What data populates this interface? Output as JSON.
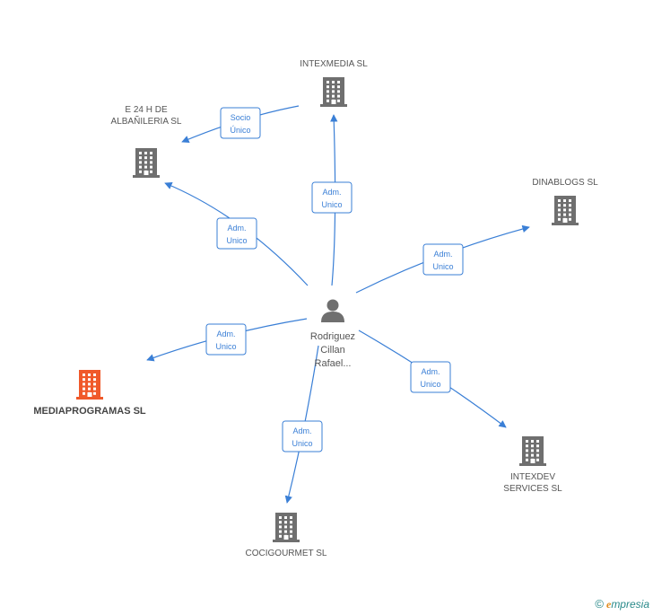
{
  "colors": {
    "edge": "#3a7fd6",
    "building": "#6f6f6f",
    "highlight_building": "#f0592a",
    "person": "#6f6f6f"
  },
  "center": {
    "icon": "person-icon",
    "name_lines": [
      "Rodriguez",
      "Cillan",
      "Rafael..."
    ]
  },
  "companies": [
    {
      "id": "intexmedia",
      "label_lines": [
        "INTEXMEDIA SL"
      ],
      "icon": "building-icon",
      "highlight": false
    },
    {
      "id": "e24h",
      "label_lines": [
        "E 24 H DE",
        "ALBAÑILERIA SL"
      ],
      "icon": "building-icon",
      "highlight": false
    },
    {
      "id": "dinablogs",
      "label_lines": [
        "DINABLOGS SL"
      ],
      "icon": "building-icon",
      "highlight": false
    },
    {
      "id": "mediaprogramas",
      "label_lines": [
        "MEDIAPROGRAMAS SL"
      ],
      "icon": "building-icon",
      "highlight": true
    },
    {
      "id": "intexdev",
      "label_lines": [
        "INTEXDEV",
        "SERVICES SL"
      ],
      "icon": "building-icon",
      "highlight": false
    },
    {
      "id": "cocigourmet",
      "label_lines": [
        "COCIGOURMET SL"
      ],
      "icon": "building-icon",
      "highlight": false
    }
  ],
  "edges": [
    {
      "from": "center",
      "to": "intexmedia",
      "badge_lines": [
        "Adm.",
        "Unico"
      ]
    },
    {
      "from": "intexmedia",
      "to": "e24h",
      "badge_lines": [
        "Socio",
        "Único"
      ]
    },
    {
      "from": "center",
      "to": "e24h",
      "badge_lines": [
        "Adm.",
        "Unico"
      ]
    },
    {
      "from": "center",
      "to": "dinablogs",
      "badge_lines": [
        "Adm.",
        "Unico"
      ]
    },
    {
      "from": "center",
      "to": "mediaprogramas",
      "badge_lines": [
        "Adm.",
        "Unico"
      ]
    },
    {
      "from": "center",
      "to": "intexdev",
      "badge_lines": [
        "Adm.",
        "Unico"
      ]
    },
    {
      "from": "center",
      "to": "cocigourmet",
      "badge_lines": [
        "Adm.",
        "Unico"
      ]
    }
  ],
  "footer": {
    "copyright_symbol": "©",
    "brand_first": "e",
    "brand_rest": "mpresia"
  }
}
